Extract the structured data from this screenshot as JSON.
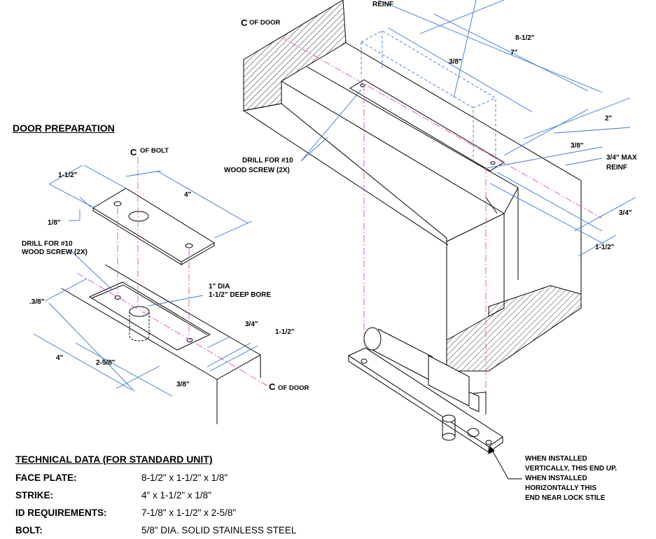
{
  "title": "DOOR PREPARATION",
  "left_labels": {
    "cl_bolt": "OF BOLT",
    "cl_door": "OF DOOR",
    "dim_1_1_2_top": "1-1/2\"",
    "dim_4_top": "4\"",
    "dim_1_8": "1/8\"",
    "drill_line1": "DRILL FOR #10",
    "drill_line2": "WOOD SCREW (2X)",
    "dia_line1": "1\" DIA",
    "dia_line2": "1-1/2\" DEEP BORE",
    "dim_3_8_left": ".3/8\"",
    "dim_3_4": "3/4\"",
    "dim_1_1_2_right": "1-1/2\"",
    "dim_4_bottom": "4\"",
    "dim_2_5_8": "2-5/8\"",
    "dim_3_8_bottom": "3/8\""
  },
  "right_labels": {
    "reinf_top": "REINF",
    "cl_door": "OF DOOR",
    "dim_8_1_2": "8-1/2\"",
    "dim_7": "7\"",
    "dim_3_8_a": "3/8\"",
    "dim_2": "2\"",
    "dim_3_8_b": "3/8\"",
    "max_line1": "3/4\" MAX",
    "max_line2": "REINF",
    "dim_3_4": "3/4\"",
    "dim_1_1_2": "1-1/2\"",
    "drill_line1": "DRILL FOR #10",
    "drill_line2": "WOOD SCREW (2X)",
    "install_lines": [
      "WHEN INSTALLED",
      "VERTICALLY, THIS END UP.",
      "WHEN INSTALLED",
      "HORIZONTALLY THIS",
      "END NEAR LOCK STILE"
    ]
  },
  "cl_symbol": "C",
  "technical_data": {
    "title": "TECHNICAL DATA (FOR STANDARD UNIT)",
    "rows": [
      {
        "label": "FACE PLATE:",
        "value": "8-1/2\" x 1-1/2\" x 1/8\""
      },
      {
        "label": "STRIKE:",
        "value": "4\" x 1-1/2\" x 1/8\""
      },
      {
        "label": "ID REQUIREMENTS:",
        "value": "7-1/8\" x 1-1/2\" x 2-5/8\""
      },
      {
        "label": "BOLT:",
        "value": "5/8\" DIA. SOLID STAINLESS STEEL"
      }
    ]
  },
  "colors": {
    "dimension": "#3a78c8",
    "centerline": "#e060c8",
    "line": "#000000",
    "hidden": "#3a78c8"
  }
}
